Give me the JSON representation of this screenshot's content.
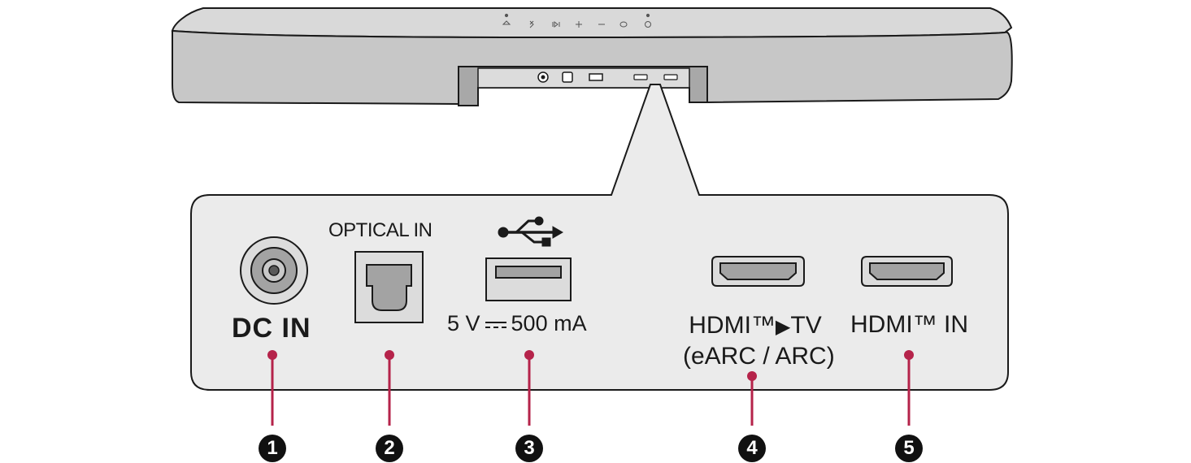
{
  "labels": {
    "optical_in": "OPTICAL IN",
    "dc_in": "DC  IN",
    "usb_power_left": "5 V",
    "usb_power_right": "500 mA",
    "hdmi_out_line1_a": "HDMI™",
    "hdmi_out_line1_b": "TV",
    "hdmi_out_line2": "(eARC / ARC)",
    "hdmi_in": "HDMI™ IN"
  },
  "callouts": [
    "1",
    "2",
    "3",
    "4",
    "5"
  ],
  "icons": {
    "usb": "usb-trident-icon",
    "arrow": "play-arrow"
  },
  "colors": {
    "callout_line": "#b5234a",
    "soundbar_body": "#c7c7c7",
    "panel_fill": "#ebebeb",
    "outline": "#1a1a1a",
    "badge": "#111111"
  }
}
